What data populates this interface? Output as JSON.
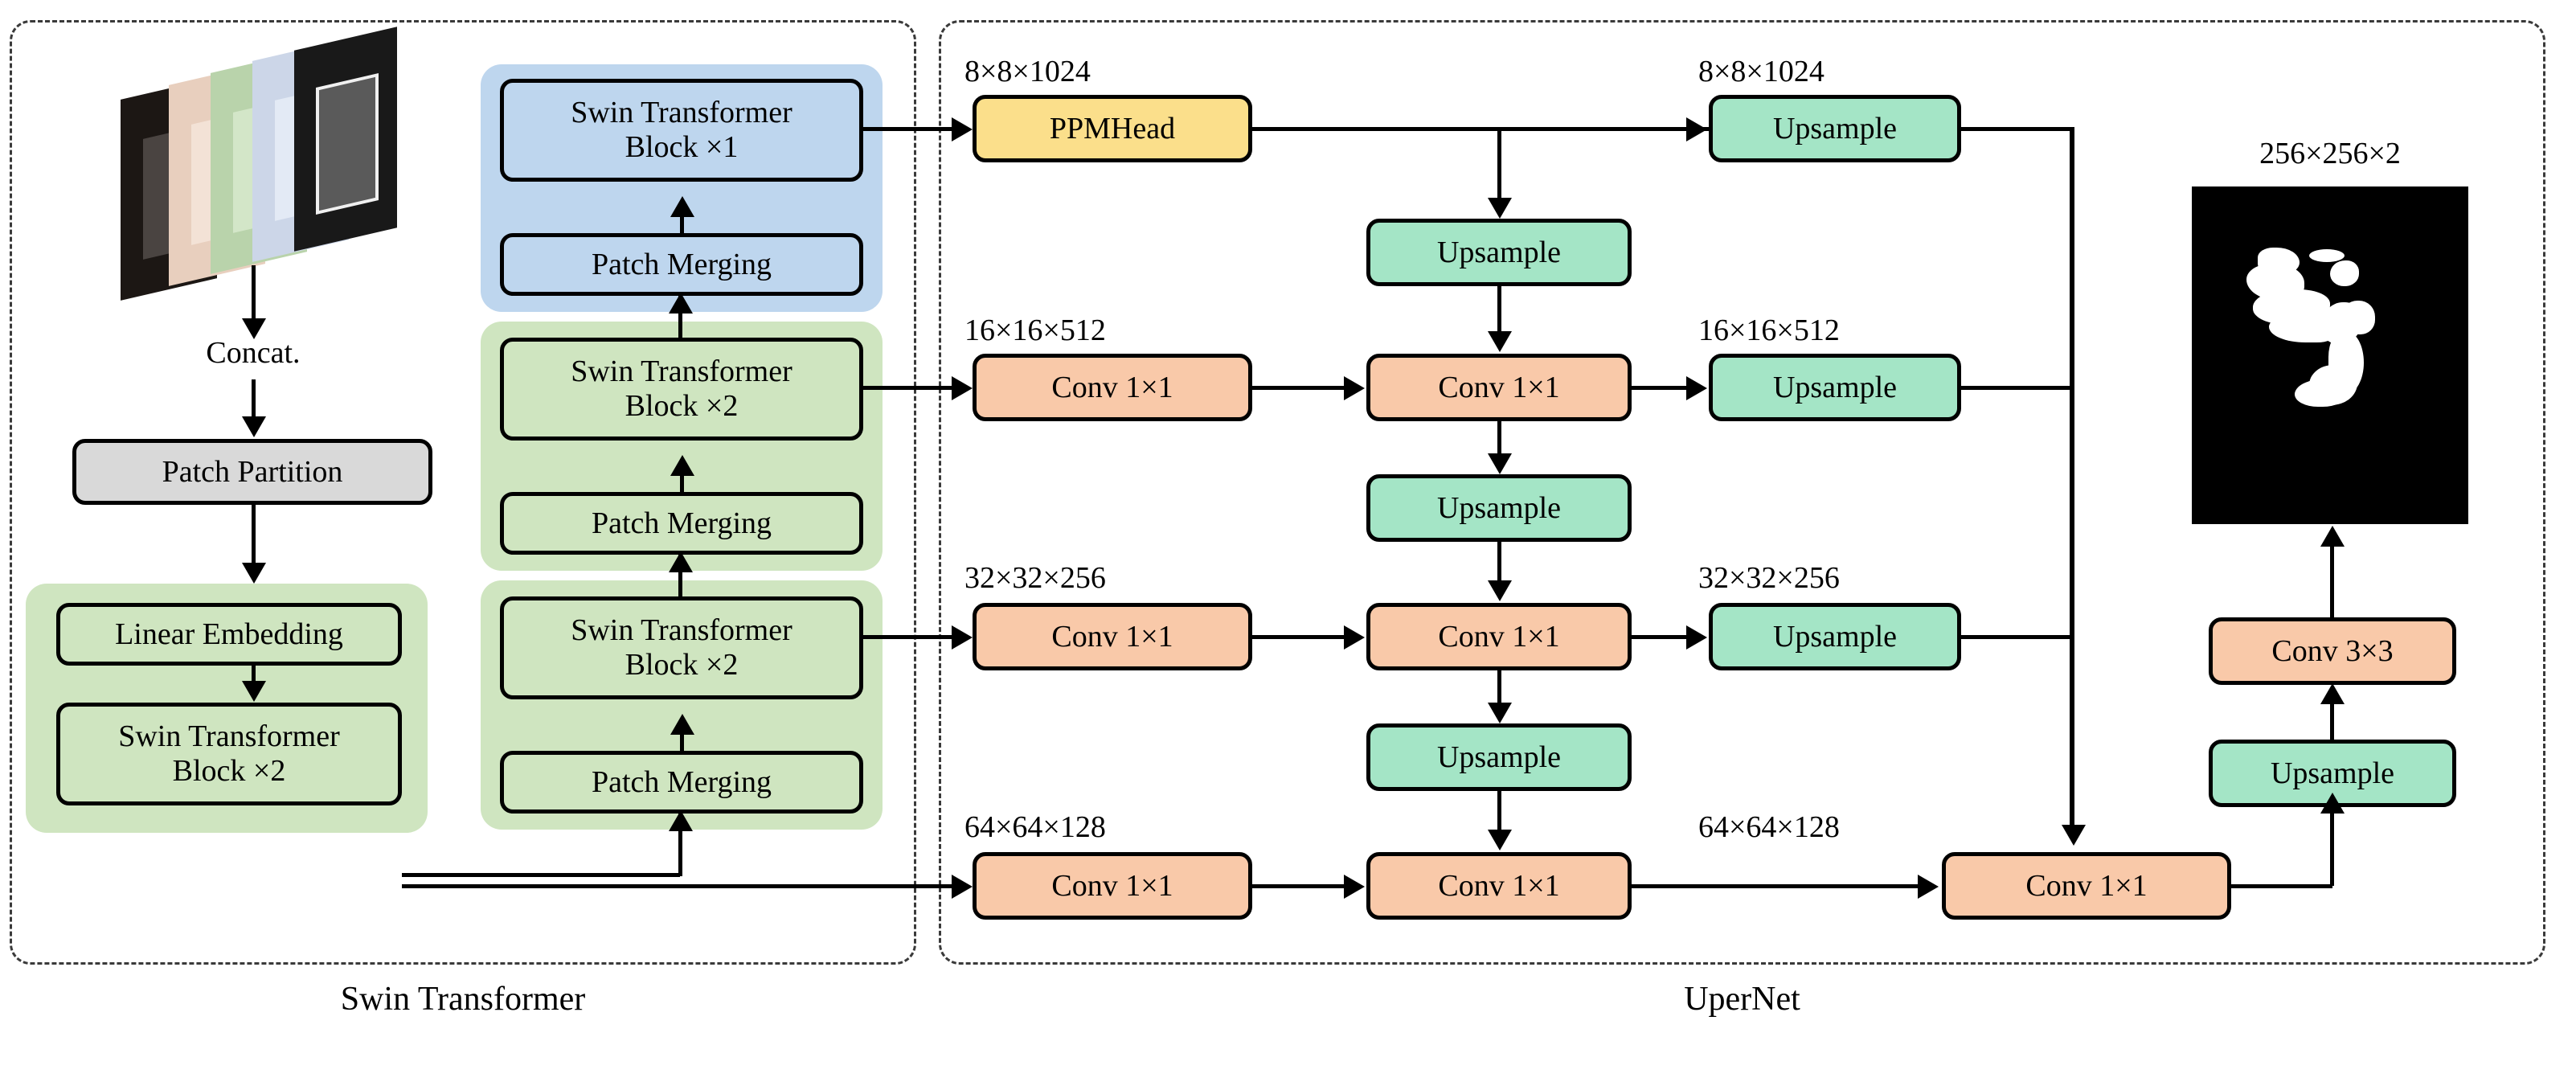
{
  "figure": {
    "title": "Swin Transformer + UperNet segmentation architecture",
    "groups": [
      {
        "key": "swin",
        "caption": "Swin Transformer"
      },
      {
        "key": "upernet",
        "caption": "UperNet"
      }
    ]
  },
  "colors": {
    "stage_blue": "#bed6ee",
    "stage_green": "#cfe5c0",
    "patch_partition_grey": "#d9d9d9",
    "ppmhead_yellow": "#fbdf8b",
    "conv_orange": "#f9c9a9",
    "upsample_mint": "#a4e5c6",
    "outline_black": "#000000",
    "frame_dashed": "#3a3a3a"
  },
  "encoder": {
    "input_stack_label": "",
    "concat_label": "Concat.",
    "patch_partition": "Patch Partition",
    "linear_embedding": "Linear Embedding",
    "stage1_block": "Swin Transformer\nBlock ×2",
    "stage2_merge": "Patch Merging",
    "stage2_block": "Swin Transformer\nBlock ×2",
    "stage3_merge": "Patch Merging",
    "stage3_block": "Swin Transformer\nBlock ×2",
    "stage4_merge": "Patch Merging",
    "stage4_block": "Swin Transformer\nBlock ×1"
  },
  "decoder": {
    "lateral_dims": [
      "8×8×1024",
      "16×16×512",
      "32×32×256",
      "64×64×128"
    ],
    "lateral_nodes": [
      "PPMHead",
      "Conv 1×1",
      "Conv 1×1",
      "Conv 1×1"
    ],
    "fuse_nodes": [
      "Conv 1×1",
      "Conv 1×1",
      "Conv 1×1"
    ],
    "fuse_upsamples": [
      "Upsample",
      "Upsample",
      "Upsample"
    ],
    "out_dims": [
      "8×8×1024",
      "16×16×512",
      "32×32×256",
      "64×64×128"
    ],
    "out_upsamples": [
      "Upsample",
      "Upsample",
      "Upsample"
    ],
    "final_concat_conv": "Conv 1×1",
    "head_upsample": "Upsample",
    "head_conv": "Conv 3×3",
    "output_dim": "256×256×2"
  }
}
